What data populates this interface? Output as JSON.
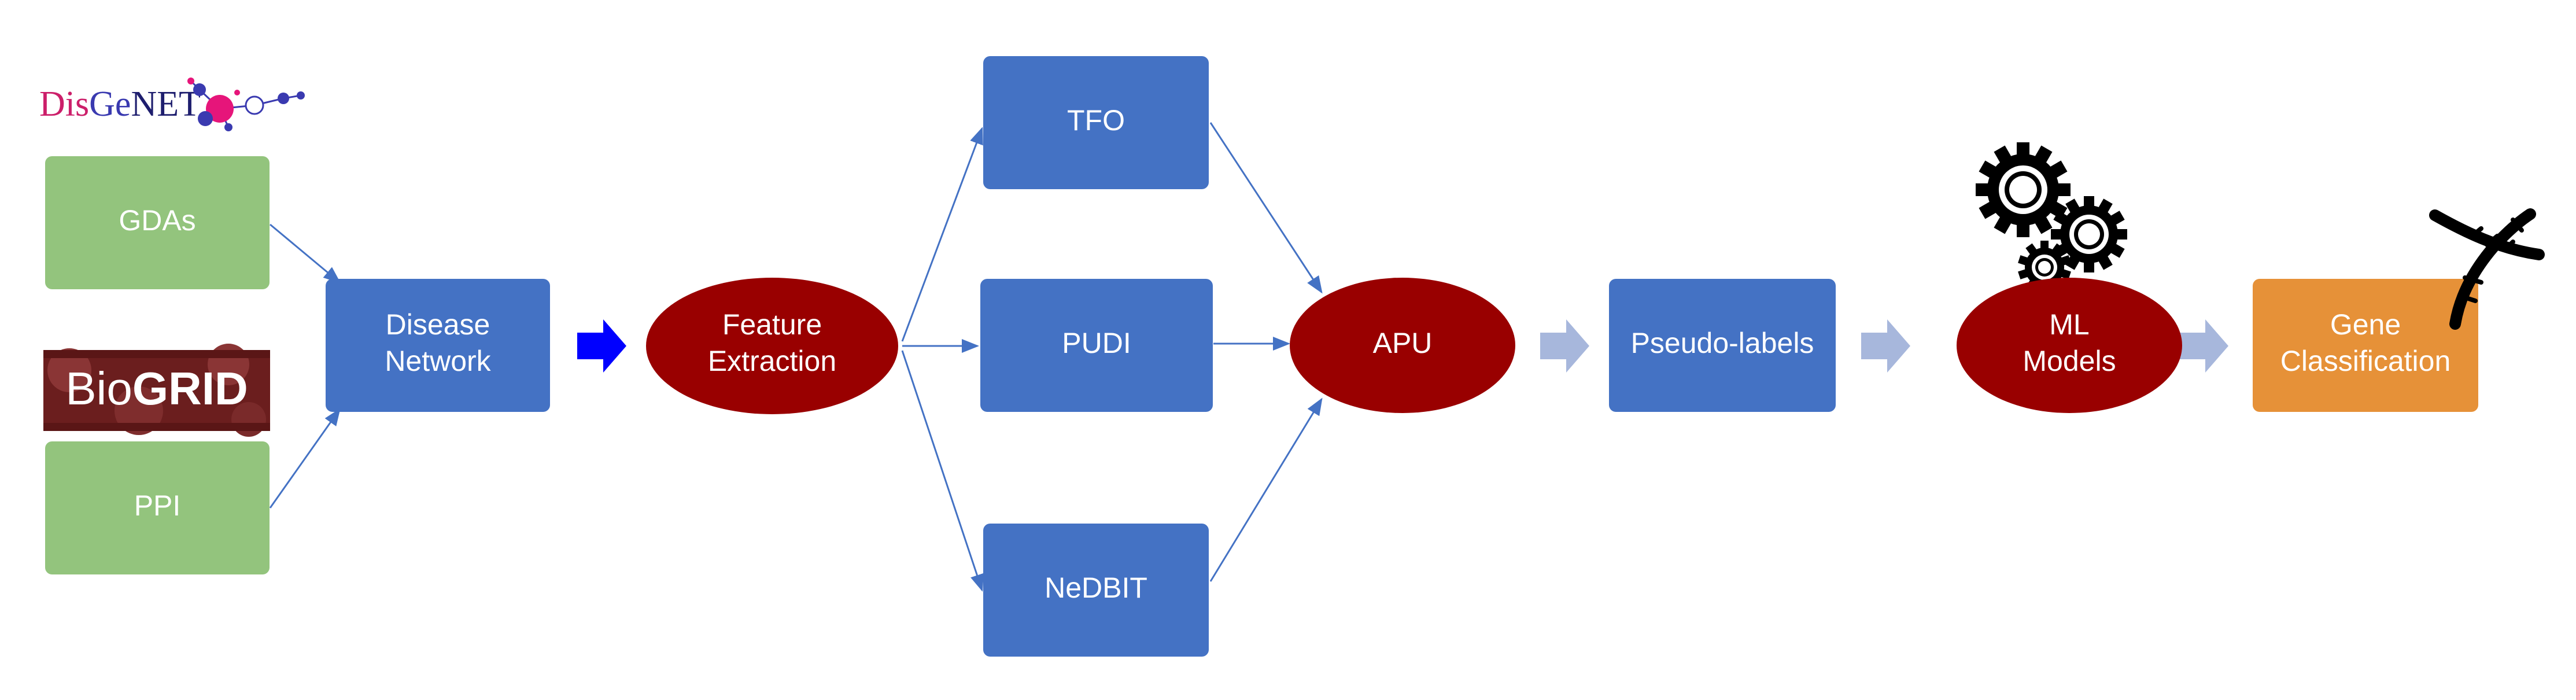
{
  "colors": {
    "green": "#93c47d",
    "blue": "#4472c4",
    "darkred": "#990000",
    "orange": "#e69138",
    "edge": "#4472c4",
    "bold_arrow": "#0000ff",
    "light_arrow": "#a7b7dc",
    "disgenet_pink": "#cc1f6a",
    "disgenet_blue": "#3a3ab0",
    "biogrid_bg": "#6b1e1e"
  },
  "logos": {
    "disgenet": {
      "part1": "Dis",
      "part2": "Ge",
      "part3": "NET"
    },
    "biogrid": {
      "part1": "Bio",
      "part2": "GRID"
    }
  },
  "nodes": {
    "gdas": "GDAs",
    "ppi": "PPI",
    "disease_network": [
      "Disease",
      "Network"
    ],
    "feature_extraction": [
      "Feature",
      "Extraction"
    ],
    "tfo": "TFO",
    "pudi": "PUDI",
    "nedbit": "NeDBIT",
    "apu": "APU",
    "pseudo_labels": "Pseudo-labels",
    "ml_models": [
      "ML",
      "Models"
    ],
    "gene_classification": [
      "Gene",
      "Classification"
    ]
  },
  "icons": {
    "gears": "gears-icon",
    "dna": "dna-helix-icon"
  }
}
